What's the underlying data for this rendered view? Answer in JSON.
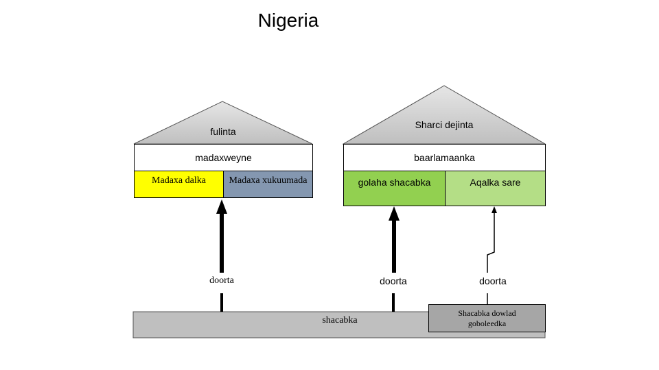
{
  "title": "Nigeria",
  "executive": {
    "roof_label": "fulinta",
    "header": "madaxweyne",
    "subunits": [
      "Madaxa dalka",
      "Madaxa xukuumada"
    ]
  },
  "legislature": {
    "roof_label": "Sharci dejinta",
    "header": "baarlamaanka",
    "subunits": [
      "golaha shacabka",
      "Aqalka sare"
    ]
  },
  "vote_labels": [
    "doorta",
    "doorta",
    "doorta"
  ],
  "base": {
    "people_label": "shacabka",
    "state_people_label": "Shacabka dowlad goboleedka"
  },
  "colors": {
    "head_of_state": "#ffff00",
    "head_of_government": "#8497b0",
    "lower_house": "#92d050",
    "upper_house": "#b4de86",
    "people_bar": "#bfbfbf",
    "state_people_box": "#a6a6a6",
    "roof_fill": "#bfbfbf"
  }
}
